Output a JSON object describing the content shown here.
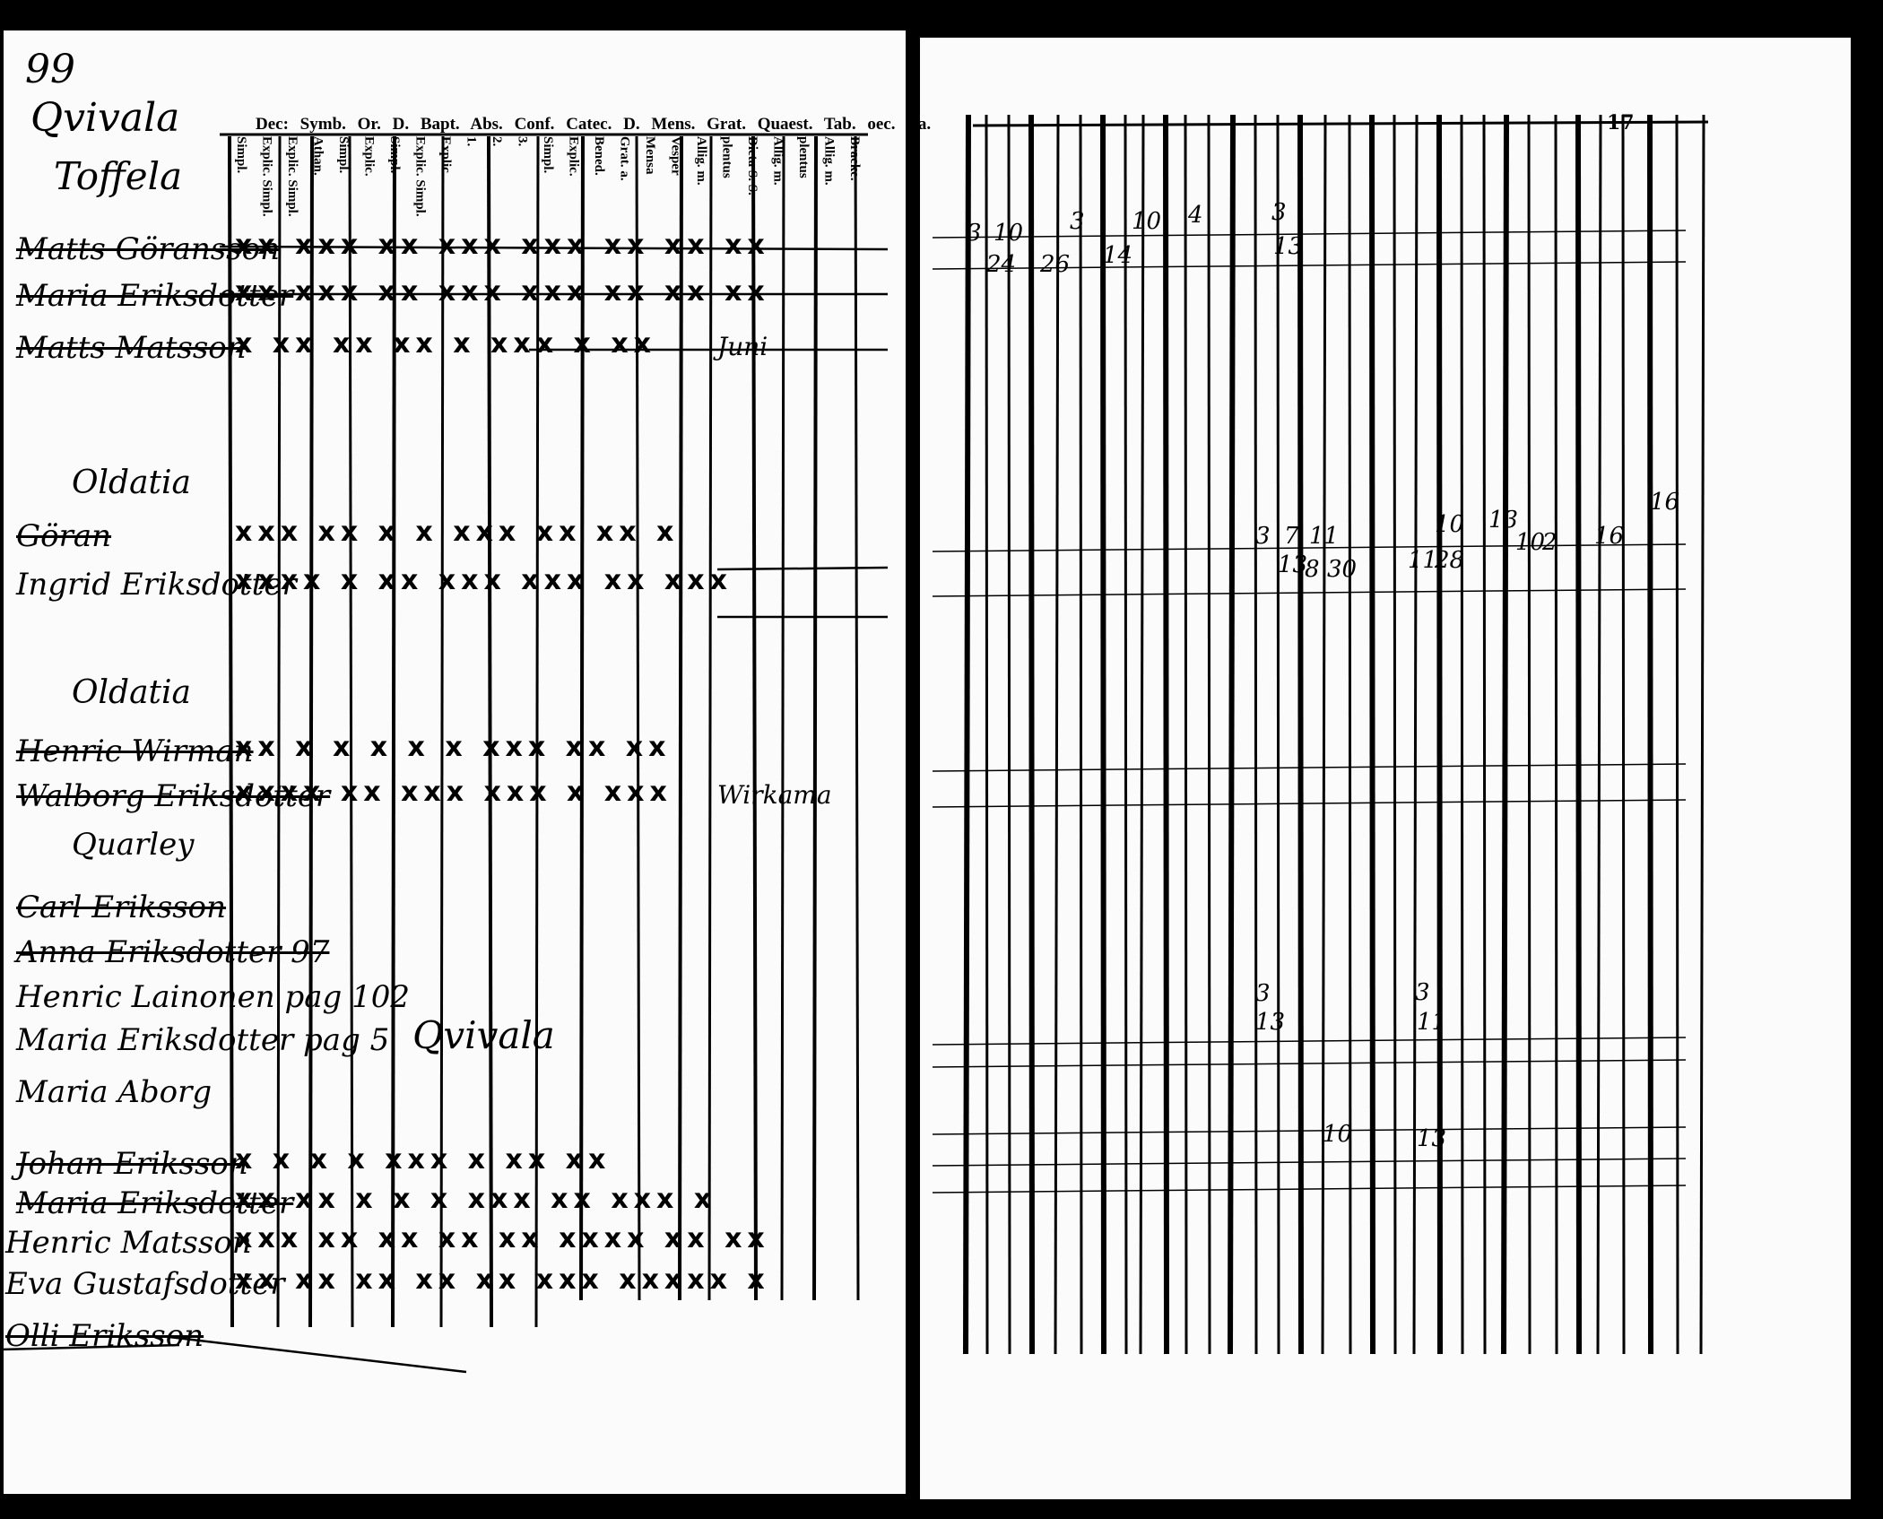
{
  "left_page": {
    "page_number": "99",
    "village": "Qvivala",
    "farm": "Toffela",
    "header_columns": [
      "Dec:",
      "Symb.",
      "Or. D.",
      "Bapt.",
      "Abs.",
      "Conf.",
      "Catec. D.",
      "Mens.",
      "Grat.",
      "Quaest.",
      "Tab. oec.",
      "La."
    ],
    "sub_columns": [
      "Simpl.",
      "Explic. Simpl.",
      "Explic. Simpl.",
      "Athan.",
      "Simpl.",
      "Explic.",
      "Simpl.",
      "Explic. Simpl.",
      "Explic.",
      "1.",
      "2.",
      "3.",
      "Simpl.",
      "Explic.",
      "Bened.",
      "Grat. a.",
      "Mensa",
      "Vesper",
      "Allig. m.",
      "plentus",
      "Dicta S. S.",
      "Allig. m.",
      "plentus",
      "Allig. m.",
      "Bracke."
    ],
    "entries": [
      {
        "name": "Matts Göransson",
        "marks": "xx xxx xx xxx  xxx xx xx xx",
        "note": ""
      },
      {
        "name": "Maria Eriksdotter",
        "marks": "xx xxx xx xxx  xxx xx xx xx",
        "note": ""
      },
      {
        "name": "Matts Matsson",
        "marks": "x xx  xx xx x  xxx x xx",
        "note": "Juni"
      },
      {
        "name": "Oldatia",
        "marks": "",
        "note": ""
      },
      {
        "name": "Göran",
        "marks": "xxx  xx x x  xxx xx xx x",
        "note": ""
      },
      {
        "name": "Ingrid Eriksdotter",
        "marks": "xxxx x xx xxx  xxx xx xxx",
        "note": ""
      },
      {
        "name": "Oldatia",
        "marks": "",
        "note": ""
      },
      {
        "name": "Henric Wirman",
        "marks": "xx x x x x x  xxx  xx xx",
        "note": ""
      },
      {
        "name": "Walborg Eriksdotter",
        "marks": "xxxx xx xxx  xxx x xxx",
        "note": "Wirkama"
      },
      {
        "name": "Quarley",
        "marks": "",
        "note": ""
      },
      {
        "name": "Carl Eriksson",
        "marks": "",
        "note": ""
      },
      {
        "name": "Anna Eriksdotter 97",
        "marks": "",
        "note": ""
      },
      {
        "name": "Henric Lainonen pag 102",
        "marks": "",
        "note": ""
      },
      {
        "name": "Maria Eriksdotter pag 5",
        "marks": "",
        "note": "Qvivala"
      },
      {
        "name": "Maria Aborg",
        "marks": "",
        "note": ""
      },
      {
        "name": "Johan Eriksson",
        "marks": "x x x x  xxx x  xx xx",
        "note": ""
      },
      {
        "name": "Maria Eriksdotter",
        "marks": "xx xx x x x  xxx xx xxx x",
        "note": ""
      },
      {
        "name": "Henric Matsson",
        "marks": "xxx xx xx xx xx  xxxx xx xx",
        "note": ""
      },
      {
        "name": "Eva Gustafsdotter",
        "marks": "xx xx  xx xx xx  xxx xxxxx x",
        "note": ""
      },
      {
        "name": "Olli Eriksson",
        "marks": "",
        "note": ""
      }
    ]
  },
  "right_page": {
    "page_number": "17",
    "numbers": [
      "3",
      "10",
      "3",
      "10",
      "4",
      "3",
      "13",
      "24",
      "26",
      "14",
      "3",
      "7",
      "11",
      "10",
      "13",
      "16",
      "13",
      "8",
      "30",
      "11",
      "28",
      "10",
      "2",
      "16",
      "3",
      "13",
      "3",
      "11",
      "13",
      "10"
    ]
  }
}
